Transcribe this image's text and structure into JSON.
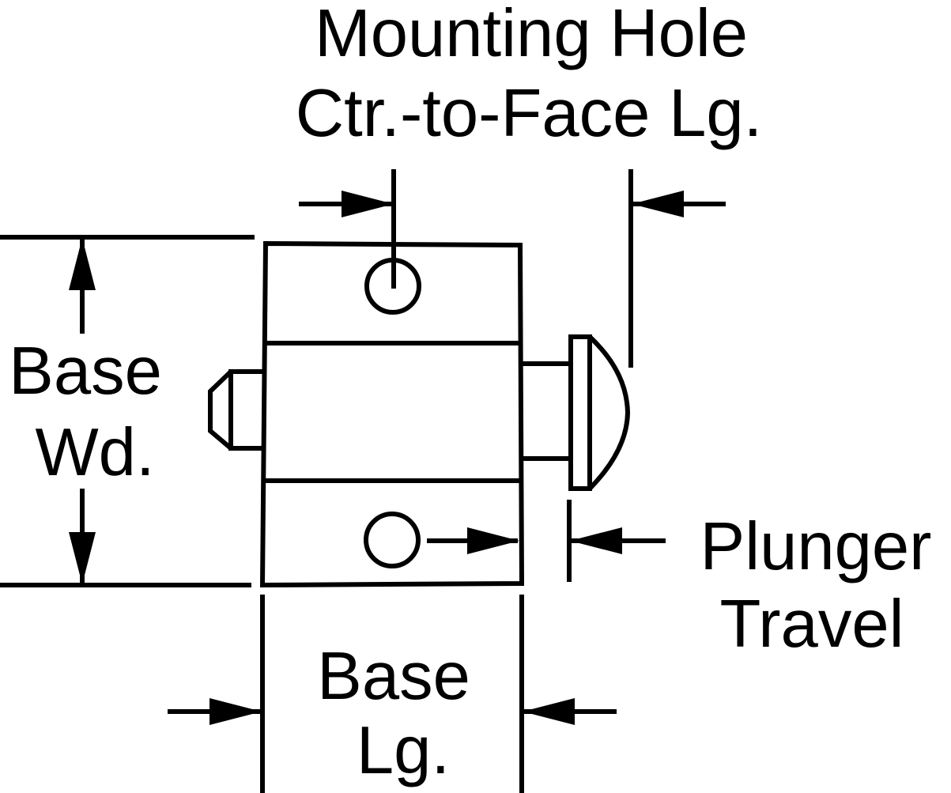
{
  "labels": {
    "mounting_hole_line1": "Mounting Hole",
    "mounting_hole_line2": "Ctr.-to-Face Lg.",
    "base_width_line1": "Base",
    "base_width_line2": "Wd.",
    "plunger_travel_line1": "Plunger",
    "plunger_travel_line2": "Travel",
    "base_length_line1": "Base",
    "base_length_line2": "Lg."
  },
  "colors": {
    "ink": "#000000",
    "background": "#ffffff"
  }
}
